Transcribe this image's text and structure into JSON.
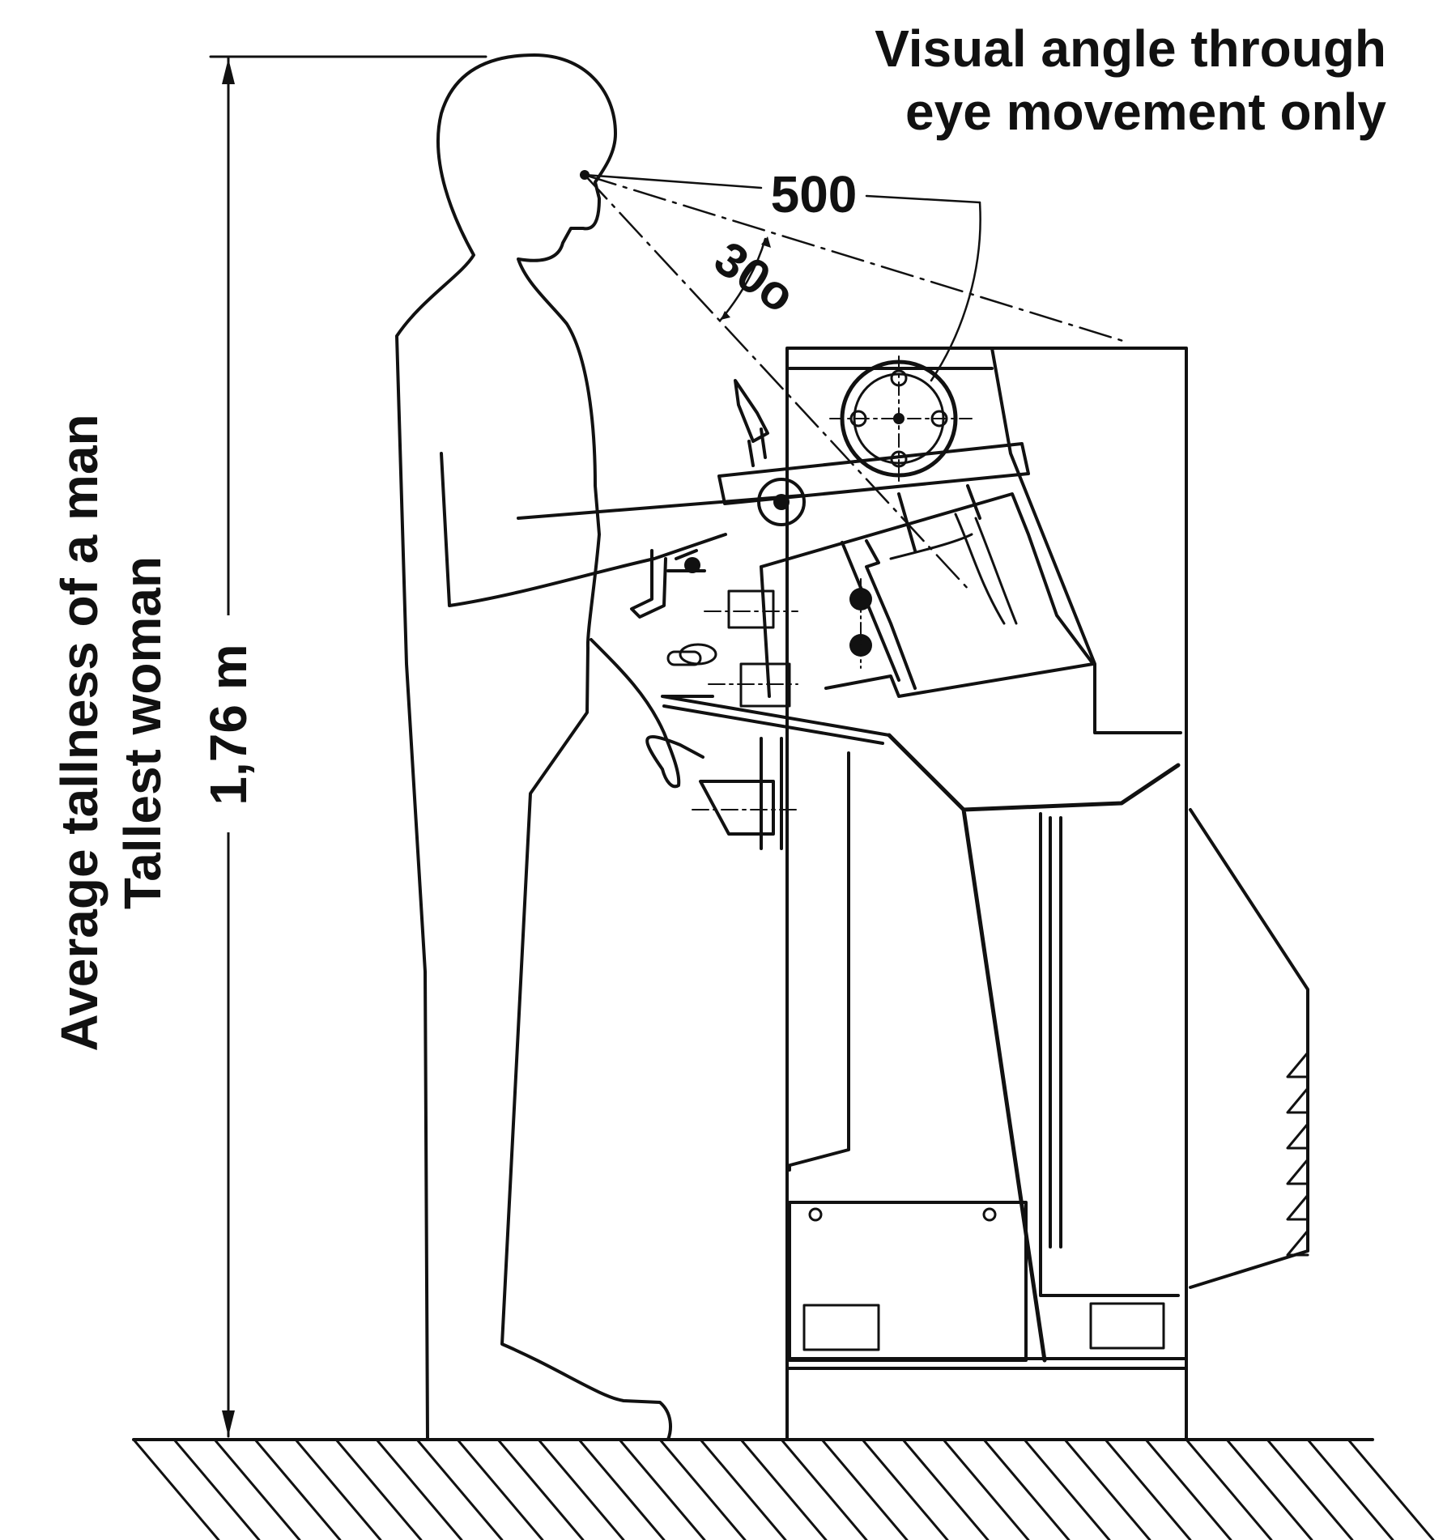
{
  "annotations": {
    "visual_angle_line1": "Visual angle through",
    "visual_angle_line2": "eye movement only",
    "distance": "500",
    "angle": "30o",
    "height_line1": "Average tallness of a man",
    "height_line2": "Tallest woman",
    "height_value": "1,76 m"
  },
  "colors": {
    "ink": "#111111",
    "paper": "#ffffff"
  }
}
